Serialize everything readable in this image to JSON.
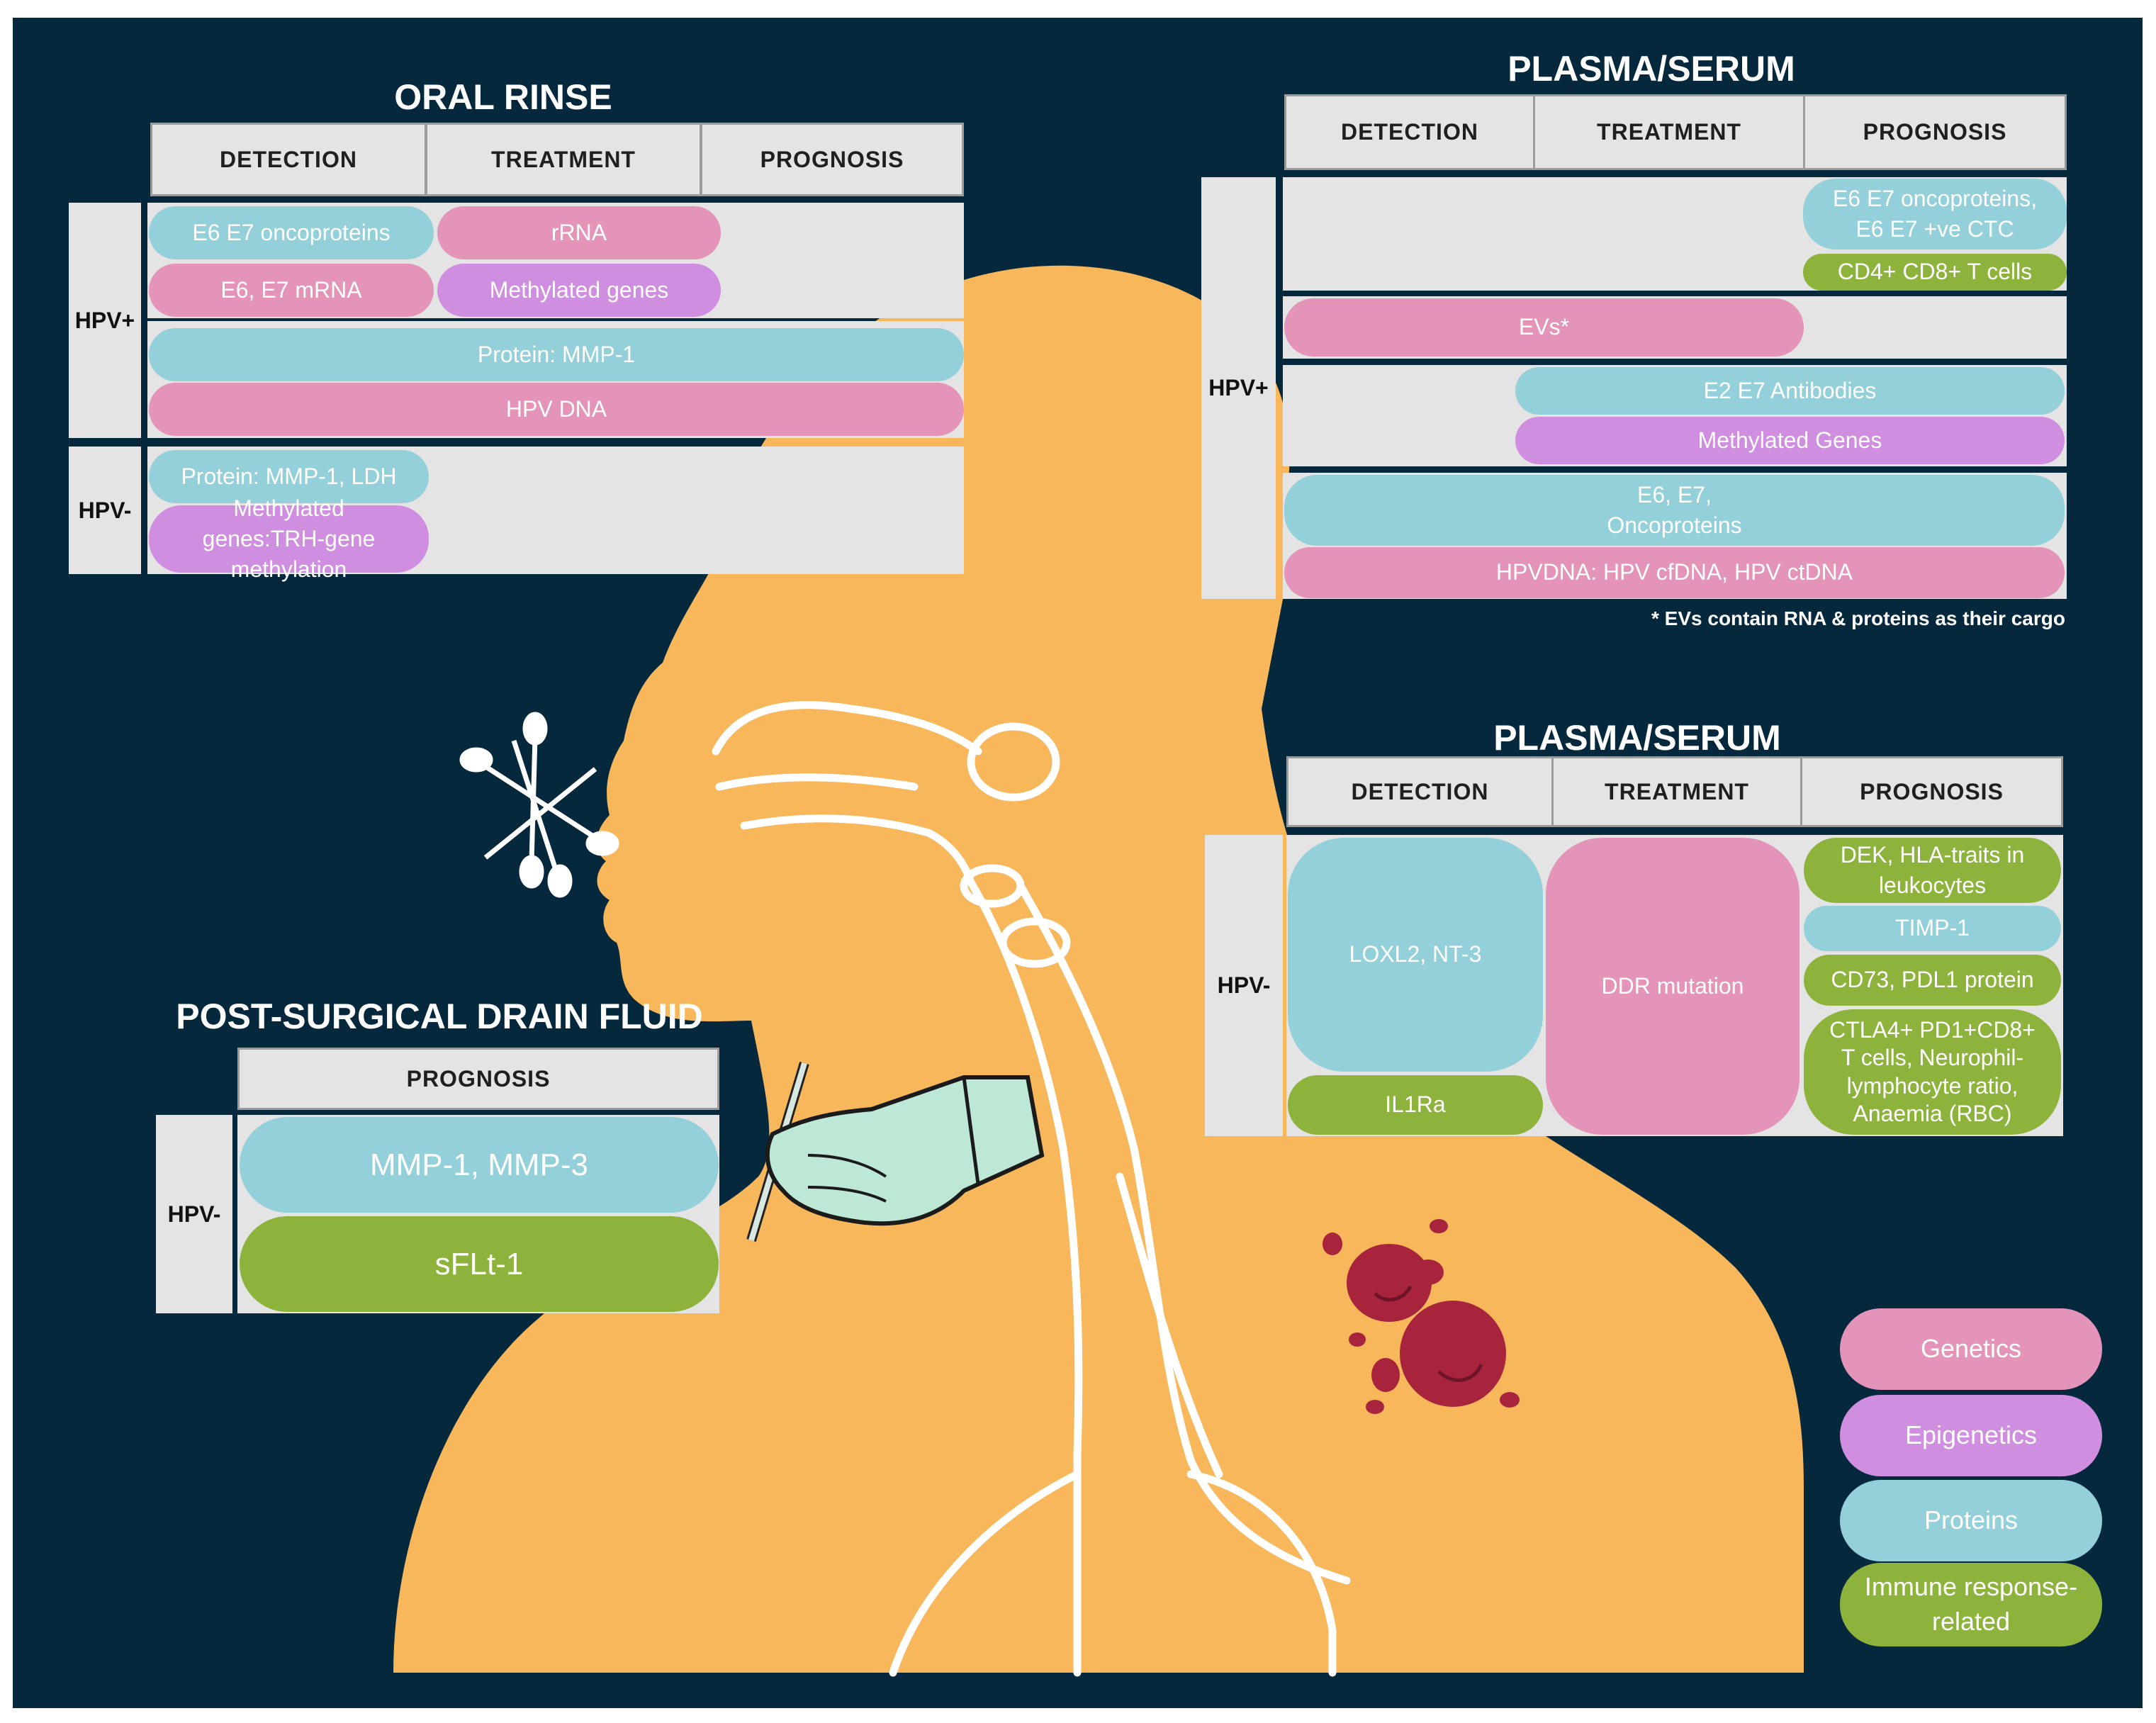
{
  "colors": {
    "background": "#06283d",
    "silhouette": "#f7b75a",
    "genetics": "#e394b8",
    "epigenetics": "#d08ee0",
    "proteins": "#93d0da",
    "immune": "#8db33d",
    "blood_cell": "#a8243d"
  },
  "icons": [
    "swab-icon",
    "gloved-hand-scalpel-icon",
    "red-blood-cells-icon",
    "airway-outline"
  ],
  "oral_rinse": {
    "title": "ORAL RINSE",
    "headers": [
      "DETECTION",
      "TREATMENT",
      "PROGNOSIS"
    ],
    "hpv_pos_label": "HPV+",
    "hpv_neg_label": "HPV-",
    "pos": {
      "e6e7_oncoproteins": "E6 E7 oncoproteins",
      "rrna": "rRNA",
      "mrna": "E6, E7 mRNA",
      "methylated_genes": "Methylated genes",
      "protein_mmp1": "Protein: MMP-1",
      "hpv_dna": "HPV DNA"
    },
    "neg": {
      "protein": "Protein: MMP-1, LDH",
      "methylated": "Methylated genes:TRH-gene methylation"
    }
  },
  "plasma_top": {
    "title": "PLASMA/SERUM",
    "headers": [
      "DETECTION",
      "TREATMENT",
      "PROGNOSIS"
    ],
    "hpv_pos_label": "HPV+",
    "oncoproteins_ctc": "E6 E7 oncoproteins, E6 E7 +ve CTC",
    "cd4_cd8": "CD4+ CD8+ T cells",
    "evs": "EVs*",
    "antibodies": "E2 E7 Antibodies",
    "methylated_genes": "Methylated Genes",
    "e6e7_oncoproteins": "E6, E7, Oncoproteins",
    "hpvdna": "HPVDNA: HPV cfDNA, HPV ctDNA",
    "footnote": "* EVs contain RNA & proteins as their cargo"
  },
  "plasma_bottom": {
    "title": "PLASMA/SERUM",
    "headers": [
      "DETECTION",
      "TREATMENT",
      "PROGNOSIS"
    ],
    "hpv_neg_label": "HPV-",
    "loxl2": "LOXL2, NT-3",
    "il1ra": "IL1Ra",
    "ddr": "DDR mutation",
    "dek": "DEK, HLA-traits in leukocytes",
    "timp1": "TIMP-1",
    "cd73": "CD73, PDL1 protein",
    "ctla4": "CTLA4+ PD1+CD8+ T cells, Neurophil-lymphocyte ratio, Anaemia (RBC)"
  },
  "drain_fluid": {
    "title": "POST-SURGICAL DRAIN FLUID",
    "header": "PROGNOSIS",
    "hpv_neg_label": "HPV-",
    "mmp": "MMP-1, MMP-3",
    "sflt": "sFLt-1"
  },
  "legend": [
    "Genetics",
    "Epigenetics",
    "Proteins",
    "Immune response-related"
  ]
}
